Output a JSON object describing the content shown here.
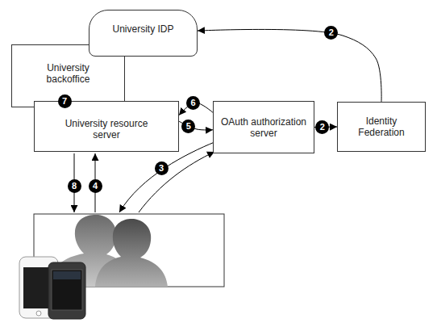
{
  "diagram": {
    "nodes": [
      {
        "text": [
          "University IDP"
        ]
      },
      {
        "text": [
          "University backoffice"
        ]
      },
      {
        "text": [
          "University resource server"
        ]
      },
      {
        "text": [
          "OAuth authorization server"
        ]
      },
      {
        "text": [
          "Identity Federation"
        ]
      }
    ],
    "edges": [
      {
        "from": 3,
        "to": 4,
        "arrow": "to",
        "label": "2"
      },
      {
        "from": 4,
        "to": 0,
        "arrow": "to",
        "label": "2"
      },
      {
        "from": 2,
        "to": 3,
        "arrow": "to",
        "label": "5"
      },
      {
        "from": 3,
        "to": 2,
        "arrow": "to",
        "label": "6"
      }
    ],
    "labels": [
      "7",
      "3",
      "4",
      "8"
    ]
  }
}
